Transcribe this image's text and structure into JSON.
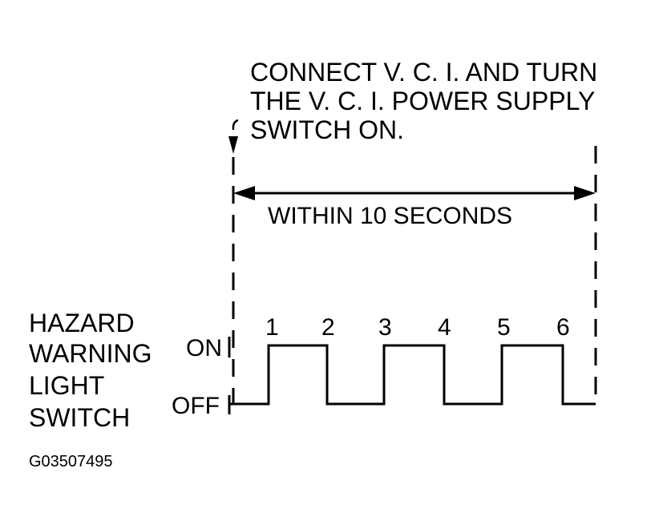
{
  "instruction": {
    "lines": [
      "CONNECT V. C. I. AND TURN",
      "THE V. C. I. POWER SUPPLY",
      "SWITCH ON."
    ]
  },
  "timing": {
    "label": "WITHIN 10 SECONDS"
  },
  "switch_label": {
    "lines": [
      "HAZARD",
      "WARNING",
      "LIGHT",
      "SWITCH"
    ]
  },
  "states": {
    "on": "ON",
    "off": "OFF"
  },
  "pulses": [
    "1",
    "2",
    "3",
    "4",
    "5",
    "6"
  ],
  "figure_id": "G03507495"
}
